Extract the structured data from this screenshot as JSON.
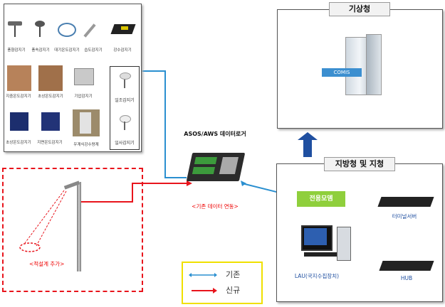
{
  "sensor_panel": {
    "row1": [
      "풍향감지기",
      "풍속감지기",
      "대기온도감지기",
      "습도감지기",
      "강수감지기"
    ],
    "row2": [
      "지중온도감지기",
      "초상온도감지기",
      "기압감지기"
    ],
    "row3": [
      "초상온도감지기",
      "지면온도감지기",
      "우계식강수량계"
    ],
    "right_col": [
      "일조감지기",
      "일사감지기"
    ]
  },
  "logger": {
    "title": "ASOS/AWS 데이터로거",
    "caption": "<기존 데이터 연동>"
  },
  "kma": {
    "title": "기상청",
    "server_label": "COMIS"
  },
  "regional": {
    "title": "지방청 및 지청",
    "modem": "전용모뎀",
    "terminal_server": "터미널서버",
    "hub": "HUB",
    "lau": "LAU(국지수집장치)"
  },
  "new_sensor": {
    "caption": "<적설계 추가>"
  },
  "legend": {
    "existing": "기존",
    "new": "신규"
  },
  "colors": {
    "existing": "#2a8fd0",
    "new": "#e8141c",
    "legend_border": "#f0e000",
    "modem": "#8fcf3c"
  }
}
